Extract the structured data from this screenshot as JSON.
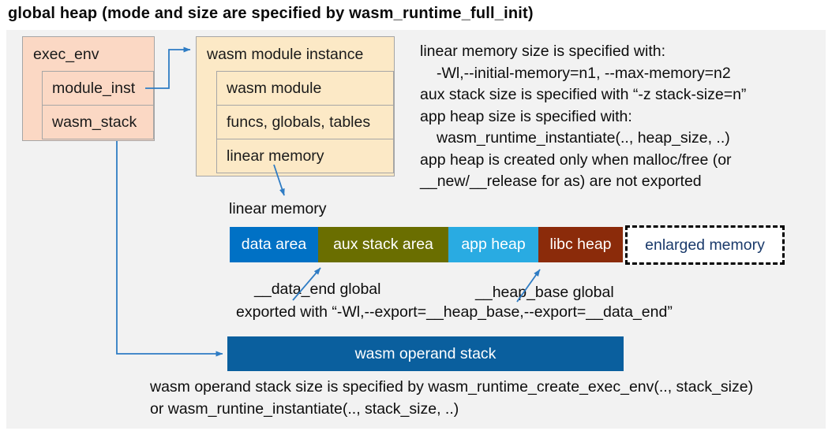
{
  "title": "global heap (mode and size are specified by wasm_runtime_full_init)",
  "exec_env": {
    "header": "exec_env",
    "rows": [
      "module_inst",
      "wasm_stack"
    ]
  },
  "module_instance": {
    "header": "wasm module instance",
    "rows": [
      "wasm module",
      "funcs, globals, tables",
      "linear memory"
    ]
  },
  "notes": {
    "lines": [
      "linear memory size is specified with:",
      "-Wl,--initial-memory=n1, --max-memory=n2",
      "aux stack size is specified with “-z stack-size=n”",
      "app heap size is specified with:",
      "wasm_runtime_instantiate(.., heap_size, ..)",
      "app heap is created only when malloc/free (or",
      "__new/__release for as) are not exported"
    ]
  },
  "linear_memory": {
    "label": "linear memory",
    "segments": [
      {
        "label": "data area",
        "color": "#0071c5",
        "text_color": "#ffffff",
        "width": 112
      },
      {
        "label": "aux stack area",
        "color": "#6a6e00",
        "text_color": "#ffffff",
        "width": 165
      },
      {
        "label": "app heap",
        "color": "#29abe2",
        "text_color": "#ffffff",
        "width": 114
      },
      {
        "label": "libc heap",
        "color": "#8b2b0a",
        "text_color": "#ffffff",
        "width": 107
      },
      {
        "label": "enlarged memory",
        "color": "#ffffff",
        "text_color": "#1a3a6b",
        "width": 196,
        "dashed": true
      }
    ]
  },
  "annotations": {
    "data_end": "__data_end global",
    "heap_base": "__heap_base global",
    "exported": "exported with “-Wl,--export=__heap_base,--export=__data_end”"
  },
  "operand_stack": {
    "label": "wasm operand stack",
    "color": "#0a5f9e"
  },
  "footer": {
    "lines": [
      "wasm operand stack size is specified by wasm_runtime_create_exec_env(.., stack_size)",
      "or wasm_runtine_instantiate(.., stack_size, ..)"
    ]
  },
  "colors": {
    "panel_bg": "#f2f2f2",
    "exec_env_fill": "#fbd8c4",
    "module_instance_fill": "#fce9c6",
    "box_border": "#a6a6a6",
    "arrow_blue": "#2e7cc4",
    "enlarged_border": "#000000"
  }
}
